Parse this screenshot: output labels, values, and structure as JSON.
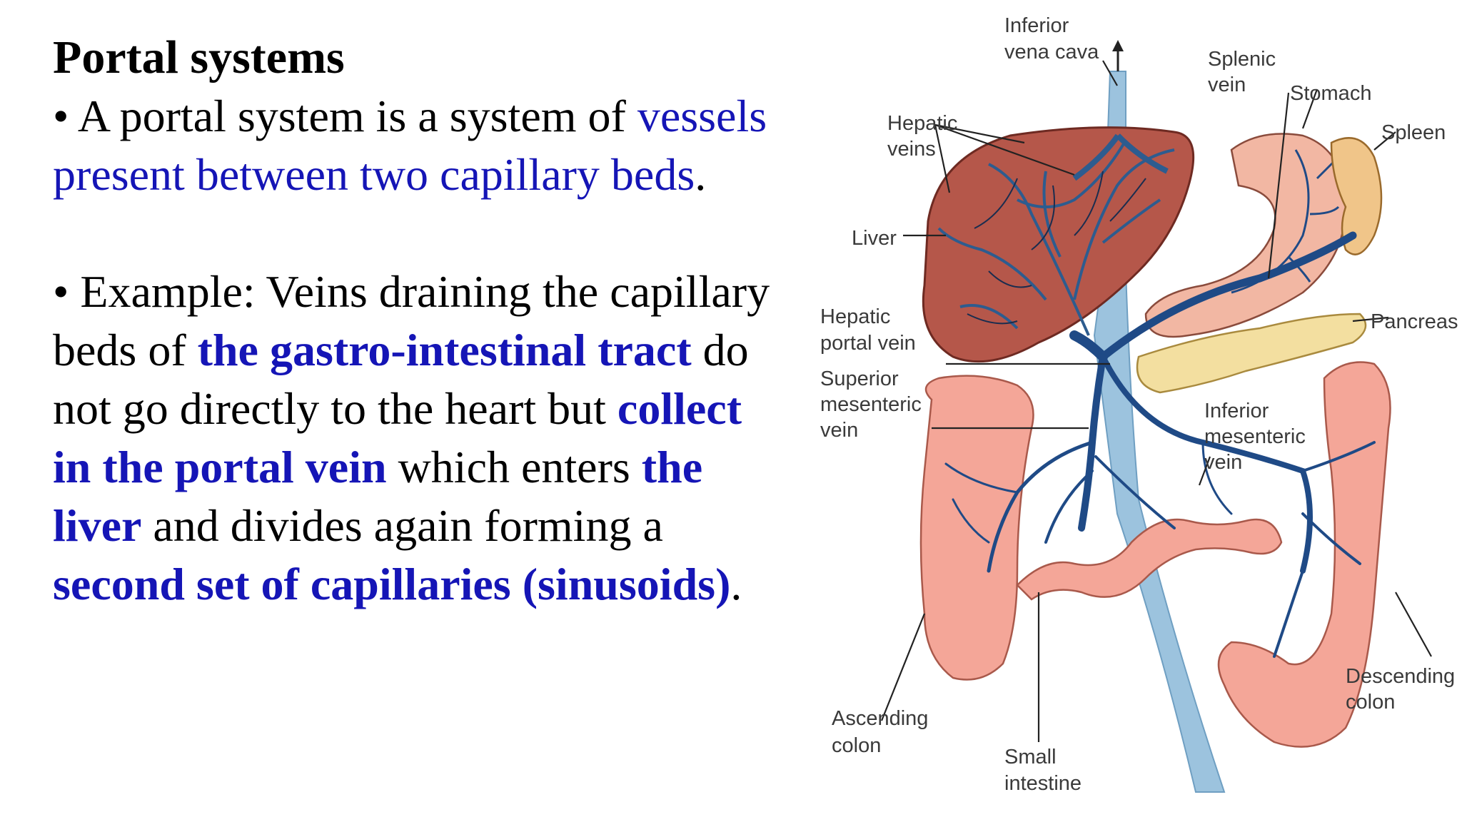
{
  "slide": {
    "title": "Portal systems",
    "bullet1": {
      "marker": "•",
      "text1": "A portal system is a system of",
      "text2_blue": "vessels present between two capillary beds",
      "text3": "."
    },
    "bullet2": {
      "marker": "•",
      "text1": "Example: Veins draining the capillary beds of",
      "text2_blue_bold": "the gastro-intestinal tract",
      "text3": "do not go directly to the heart but",
      "text4_blue_bold": "collect in the portal vein",
      "text5": "which enters",
      "text6_blue_bold": "the liver",
      "text7": "and divides again forming a",
      "text8_blue_bold": "second set of capillaries (sinusoids)",
      "text9": "."
    }
  },
  "diagram": {
    "labels": {
      "ivc_1": "Inferior",
      "ivc_2": "vena cava",
      "hepatic_veins_1": "Hepatic",
      "hepatic_veins_2": "veins",
      "splenic_vein_1": "Splenic",
      "splenic_vein_2": "vein",
      "stomach": "Stomach",
      "spleen": "Spleen",
      "liver": "Liver",
      "pancreas": "Pancreas",
      "hepatic_portal_1": "Hepatic",
      "hepatic_portal_2": "portal vein",
      "sup_mes_1": "Superior",
      "sup_mes_2": "mesenteric",
      "sup_mes_3": "vein",
      "inf_mes_1": "Inferior",
      "inf_mes_2": "mesenteric",
      "inf_mes_3": "vein",
      "desc_colon_1": "Descending",
      "desc_colon_2": "colon",
      "asc_colon_1": "Ascending",
      "asc_colon_2": "colon",
      "small_int_1": "Small",
      "small_int_2": "intestine"
    },
    "colors": {
      "vein": "#1f4a86",
      "ivc": "#9cc3de",
      "liver": "#b5574a",
      "stomach": "#f2b7a3",
      "spleen": "#f0c589",
      "pancreas": "#f3dfa0",
      "colon": "#f4a698"
    }
  }
}
